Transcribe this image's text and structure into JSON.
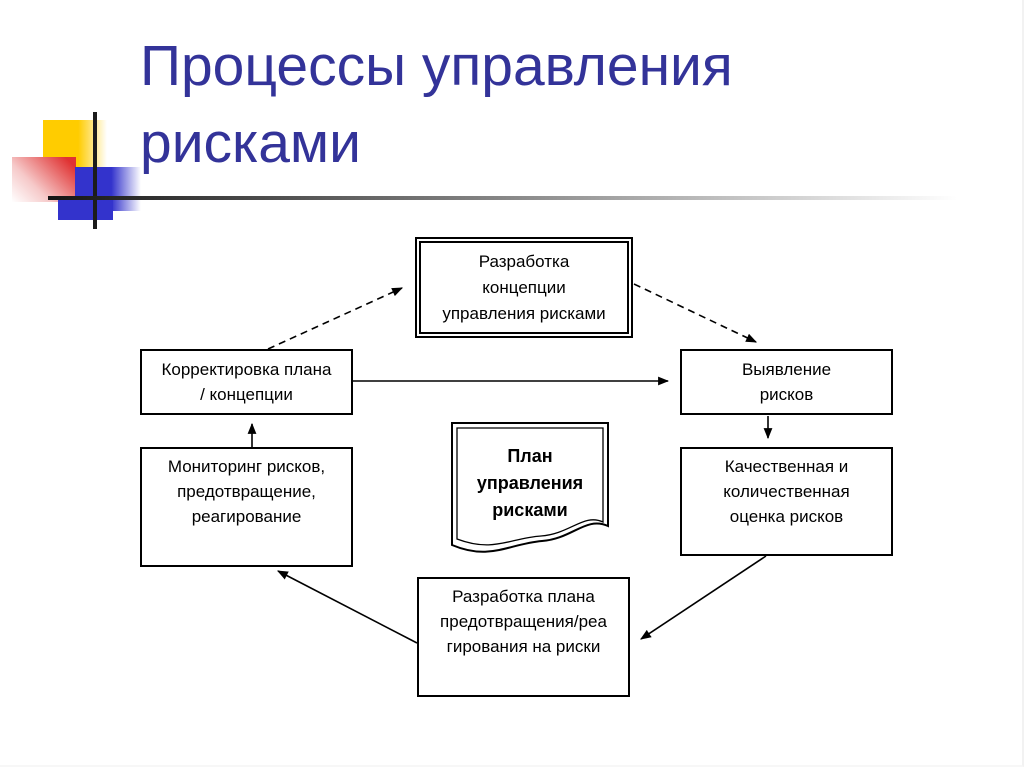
{
  "slide": {
    "title": "Процессы управления рисками",
    "colors": {
      "title_color": "#333399",
      "deco_yellow": "#FFCC00",
      "deco_red": "#E03232",
      "deco_blue": "#3333CC",
      "diagram_line": "#000000",
      "background": "#FFFFFF"
    }
  },
  "diagram": {
    "nodes": {
      "concept": {
        "lines": [
          "Разработка",
          "концепции",
          "управления рисками"
        ]
      },
      "adjust": {
        "lines": [
          "Корректировка плана",
          "/ концепции"
        ]
      },
      "identify": {
        "lines": [
          "Выявление",
          "рисков"
        ]
      },
      "assess": {
        "lines": [
          "Качественная и",
          "количественная",
          "оценка рисков"
        ]
      },
      "monitor": {
        "lines": [
          "Мониторинг рисков,",
          "предотвращение,",
          "реагирование"
        ]
      },
      "plan_document": {
        "lines": [
          "План",
          "управления",
          "рисками"
        ]
      },
      "response": {
        "lines": [
          "Разработка плана",
          "предотвращения/реа",
          "гирования на риски"
        ]
      }
    }
  }
}
